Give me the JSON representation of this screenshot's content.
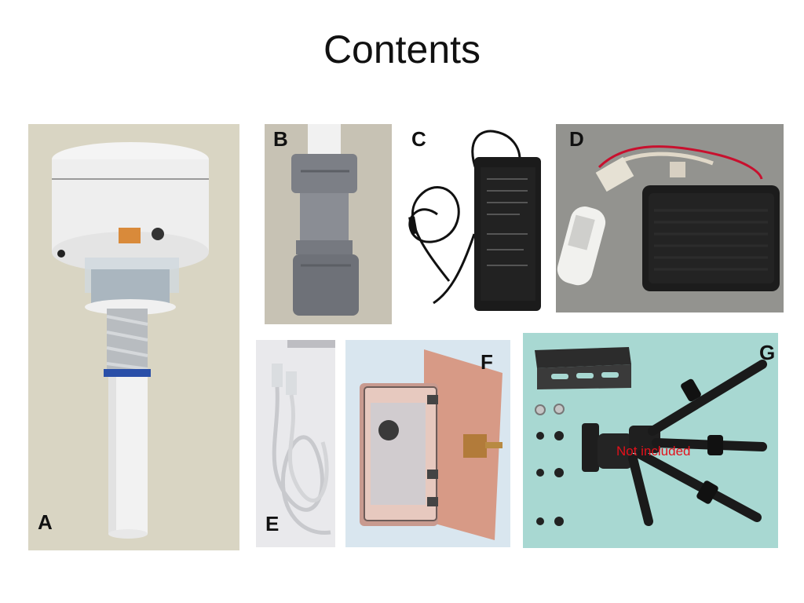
{
  "slide": {
    "title": "Contents"
  },
  "panels": [
    {
      "label": "A",
      "subject": "sensor-unit-photo"
    },
    {
      "label": "B",
      "subject": "pipe-coupling-photo"
    },
    {
      "label": "C",
      "subject": "power-adapter-photo"
    },
    {
      "label": "D",
      "subject": "router-and-usb-modem-photo"
    },
    {
      "label": "E",
      "subject": "network-cable-photo"
    },
    {
      "label": "F",
      "subject": "camera-enclosure-photo"
    },
    {
      "label": "G",
      "subject": "mounting-hardware-and-tripod-photo"
    }
  ],
  "annotation": {
    "text": "Not included"
  },
  "colors": {
    "annotation_red": "#e3101a",
    "panel_a_bg": "#ddd8c6",
    "panel_d_bg": "#8e8e8a",
    "panel_f_bg": "#d9e6ef",
    "panel_g_bg": "#a8d8d2"
  }
}
